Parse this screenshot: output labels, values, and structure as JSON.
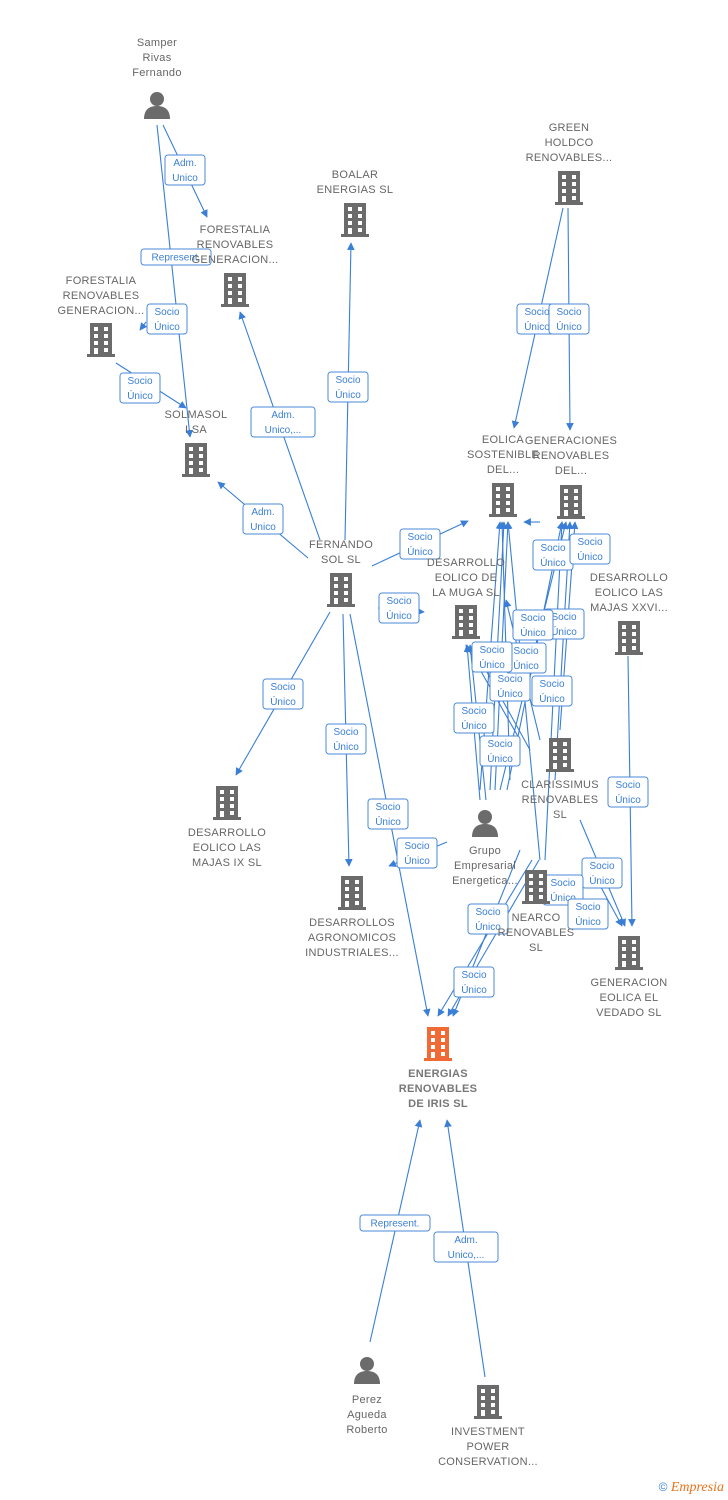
{
  "colors": {
    "edge": "#3a7fd5",
    "company_icon": "#6b6b6b",
    "person_icon": "#6b6b6b",
    "main_icon": "#f06a35",
    "label": "#666666"
  },
  "nodes": [
    {
      "id": "samper",
      "type": "person",
      "label": [
        "Samper",
        "Rivas",
        "Fernando"
      ],
      "icon": "person-icon"
    },
    {
      "id": "boalar",
      "type": "company",
      "label": [
        "BOALAR",
        "ENERGIAS  SL"
      ],
      "icon": "building-icon"
    },
    {
      "id": "green",
      "type": "company",
      "label": [
        "GREEN",
        "HOLDCO",
        "RENOVABLES..."
      ],
      "icon": "building-icon"
    },
    {
      "id": "forestalia1",
      "type": "company",
      "label": [
        "FORESTALIA",
        "RENOVABLES",
        "GENERACION..."
      ],
      "icon": "building-icon"
    },
    {
      "id": "forestalia2",
      "type": "company",
      "label": [
        "FORESTALIA",
        "RENOVABLES",
        "GENERACION..."
      ],
      "icon": "building-icon"
    },
    {
      "id": "solmasol",
      "type": "company",
      "label": [
        "SOLMASOL",
        "I SA"
      ],
      "icon": "building-icon"
    },
    {
      "id": "eolica",
      "type": "company",
      "label": [
        "EOLICA",
        "SOSTENIBLE",
        "DEL..."
      ],
      "icon": "building-icon"
    },
    {
      "id": "generaciones",
      "type": "company",
      "label": [
        "GENERACIONES",
        "RENOVABLES",
        "DEL..."
      ],
      "icon": "building-icon"
    },
    {
      "id": "fernando",
      "type": "company",
      "label": [
        "FERNANDO",
        "SOL SL"
      ],
      "icon": "building-icon"
    },
    {
      "id": "muga",
      "type": "company",
      "label": [
        "DESARROLLO",
        "EOLICO DE",
        "LA MUGA SL"
      ],
      "icon": "building-icon"
    },
    {
      "id": "majasxxvi",
      "type": "company",
      "label": [
        "DESARROLLO",
        "EOLICO LAS",
        "MAJAS XXVI..."
      ],
      "icon": "building-icon"
    },
    {
      "id": "clarissimus",
      "type": "company",
      "label": [
        "CLARISSIMUS",
        "RENOVABLES",
        "SL"
      ],
      "icon": "building-icon"
    },
    {
      "id": "majasix",
      "type": "company",
      "label": [
        "DESARROLLO",
        "EOLICO LAS",
        "MAJAS IX  SL"
      ],
      "icon": "building-icon"
    },
    {
      "id": "grupo",
      "type": "person",
      "label": [
        "Grupo",
        "Empresarial",
        "Energetica..."
      ],
      "icon": "person-icon"
    },
    {
      "id": "agronomicos",
      "type": "company",
      "label": [
        "DESARROLLOS",
        "AGRONOMICOS",
        "INDUSTRIALES..."
      ],
      "icon": "building-icon"
    },
    {
      "id": "nearco",
      "type": "company",
      "label": [
        "NEARCO",
        "RENOVABLES",
        "SL"
      ],
      "icon": "building-icon"
    },
    {
      "id": "vedado",
      "type": "company",
      "label": [
        "GENERACION",
        "EOLICA EL",
        "VEDADO SL"
      ],
      "icon": "building-icon"
    },
    {
      "id": "iris",
      "type": "main",
      "label": [
        "ENERGIAS",
        "RENOVABLES",
        "DE IRIS  SL"
      ],
      "icon": "building-icon"
    },
    {
      "id": "perez",
      "type": "person",
      "label": [
        "Perez",
        "Agueda",
        "Roberto"
      ],
      "icon": "person-icon"
    },
    {
      "id": "investment",
      "type": "company",
      "label": [
        "INVESTMENT",
        "POWER",
        "CONSERVATION..."
      ],
      "icon": "building-icon"
    }
  ],
  "relations": [
    {
      "label": [
        "Adm.",
        "Unico"
      ]
    },
    {
      "label": [
        "Represent."
      ]
    },
    {
      "label": [
        "Socio",
        "Único"
      ]
    },
    {
      "label": [
        "Socio",
        "Único"
      ]
    },
    {
      "label": [
        "Adm.",
        "Unico,..."
      ]
    },
    {
      "label": [
        "Socio",
        "Único"
      ]
    },
    {
      "label": [
        "Adm.",
        "Unico"
      ]
    },
    {
      "label": [
        "Socio",
        "Único"
      ]
    },
    {
      "label": [
        "Socio",
        "Único"
      ]
    },
    {
      "label": [
        "Socio",
        "Único"
      ]
    },
    {
      "label": [
        "Socio",
        "Único"
      ]
    },
    {
      "label": [
        "Socio",
        "Único"
      ]
    },
    {
      "label": [
        "Socio",
        "Único"
      ]
    },
    {
      "label": [
        "Socio",
        "Único"
      ]
    },
    {
      "label": [
        "Socio",
        "Único"
      ]
    },
    {
      "label": [
        "Socio",
        "Único"
      ]
    },
    {
      "label": [
        "Socio",
        "Único"
      ]
    },
    {
      "label": [
        "Socio",
        "Único"
      ]
    },
    {
      "label": [
        "Socio",
        "Único"
      ]
    },
    {
      "label": [
        "Socio",
        "Único"
      ]
    },
    {
      "label": [
        "Socio",
        "Único"
      ]
    },
    {
      "label": [
        "Socio",
        "Único"
      ]
    },
    {
      "label": [
        "Socio",
        "Único"
      ]
    },
    {
      "label": [
        "Socio",
        "Único"
      ]
    },
    {
      "label": [
        "Socio",
        "Único"
      ]
    },
    {
      "label": [
        "Socio",
        "Único"
      ]
    },
    {
      "label": [
        "Socio",
        "Único"
      ]
    },
    {
      "label": [
        "Socio",
        "Único"
      ]
    },
    {
      "label": [
        "Socio",
        "Único"
      ]
    },
    {
      "label": [
        "Socio",
        "Único"
      ]
    },
    {
      "label": [
        "Socio",
        "Único"
      ]
    },
    {
      "label": [
        "Represent."
      ]
    },
    {
      "label": [
        "Adm.",
        "Unico,..."
      ]
    }
  ],
  "footer": {
    "copyright": "©",
    "brand": "Empresia"
  }
}
